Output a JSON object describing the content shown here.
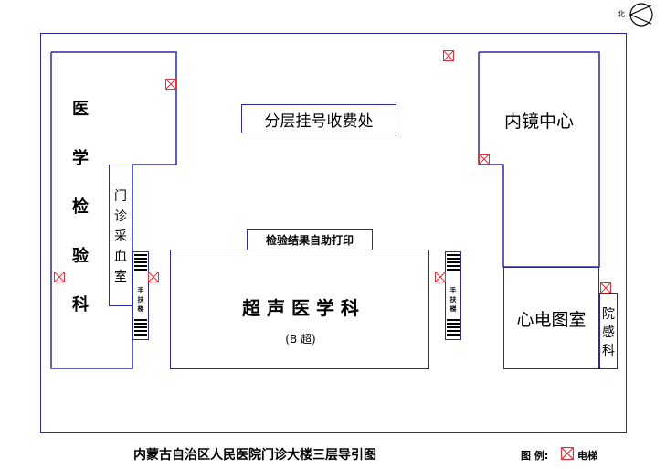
{
  "compass": {
    "label": "北"
  },
  "colors": {
    "outline": "#2a2aa8",
    "elevator": "#e0303a"
  },
  "rooms": {
    "medical_lab": {
      "chars": [
        "医",
        "学",
        "检",
        "验",
        "科"
      ]
    },
    "outpatient_blood": {
      "chars": [
        "门",
        "诊",
        "采",
        "血",
        "室"
      ]
    },
    "registration": {
      "label": "分层挂号收费处"
    },
    "print_station": {
      "label": "检验结果自助打印"
    },
    "ultrasound": {
      "label": "超 声 医 学 科",
      "sub": "(B 超)"
    },
    "endoscopy": {
      "label": "内镜中心"
    },
    "ecg": {
      "label": "心电图室"
    },
    "infection": {
      "chars": [
        "院",
        "感",
        "科"
      ]
    }
  },
  "escalators": {
    "left": {
      "chars": [
        "手",
        "扶",
        "梯"
      ]
    },
    "right": {
      "chars": [
        "手",
        "扶",
        "梯"
      ]
    }
  },
  "footer": {
    "title": "内蒙古自治区人民医院门诊大楼三层导引图",
    "legend_label": "图  例:",
    "legend_item": "电梯"
  },
  "icons": {
    "elevator": "elevator-icon",
    "compass": "compass-icon"
  }
}
